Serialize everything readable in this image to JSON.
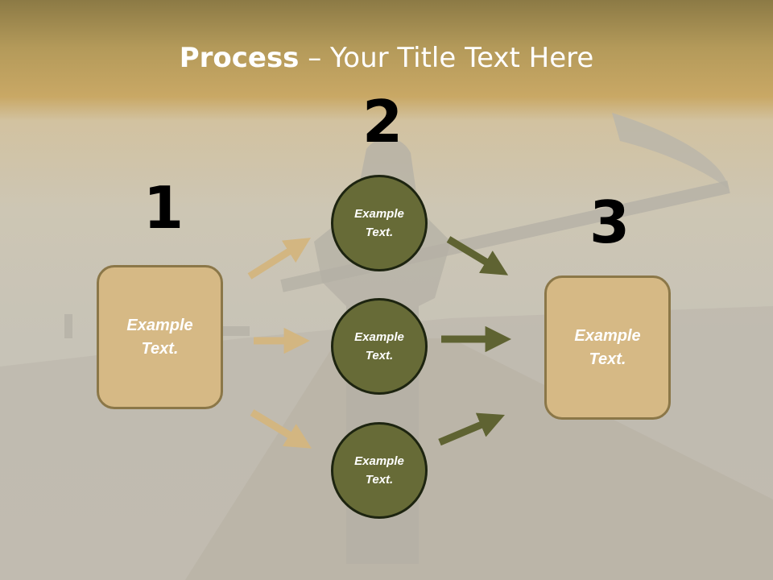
{
  "title": {
    "bold": "Process",
    "rest": " – Your Title Text Here"
  },
  "steps": [
    "1",
    "2",
    "3"
  ],
  "left_box": {
    "line1": "Example",
    "line2": "Text."
  },
  "right_box": {
    "line1": "Example",
    "line2": "Text."
  },
  "circles": [
    {
      "line1": "Example",
      "line2": "Text."
    },
    {
      "line1": "Example",
      "line2": "Text."
    },
    {
      "line1": "Example",
      "line2": "Text."
    }
  ],
  "colors": {
    "box_fill": "#d6b985",
    "box_border": "#8b7748",
    "circle_fill": "#676b37",
    "circle_border": "#1d2410",
    "arrow_light": "#d3b681",
    "arrow_dark": "#5f6332"
  }
}
